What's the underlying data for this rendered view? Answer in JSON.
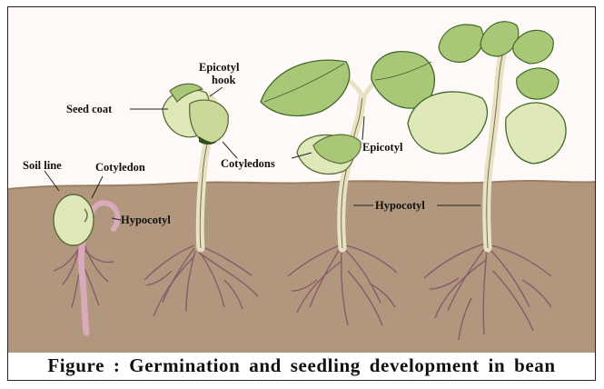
{
  "figure": {
    "caption": "Figure : Germination and seedling development in bean",
    "labels": {
      "soil_line": "Soil line",
      "cotyledon": "Cotyledon",
      "hypocotyl_1": "Hypocotyl",
      "seed_coat": "Seed coat",
      "epicotyl_hook_line1": "Epicotyl",
      "epicotyl_hook_line2": "hook",
      "cotyledons": "Cotyledons",
      "epicotyl": "Epicotyl",
      "hypocotyl_2": "Hypocotyl"
    }
  },
  "colors": {
    "soil": "#b0977d",
    "soil_top": "#9a7f64",
    "sky": "#fffaf7",
    "leaf": "#a8c878",
    "leaf_dark": "#5f8f3a",
    "stem": "#e8e2c4",
    "root": "#d9a9bc",
    "root_outline": "#8a5a6a",
    "cotyledon": "#dfe8b8"
  },
  "icons": [
    "bean-seed-icon",
    "leaf-icon",
    "root-icon"
  ]
}
